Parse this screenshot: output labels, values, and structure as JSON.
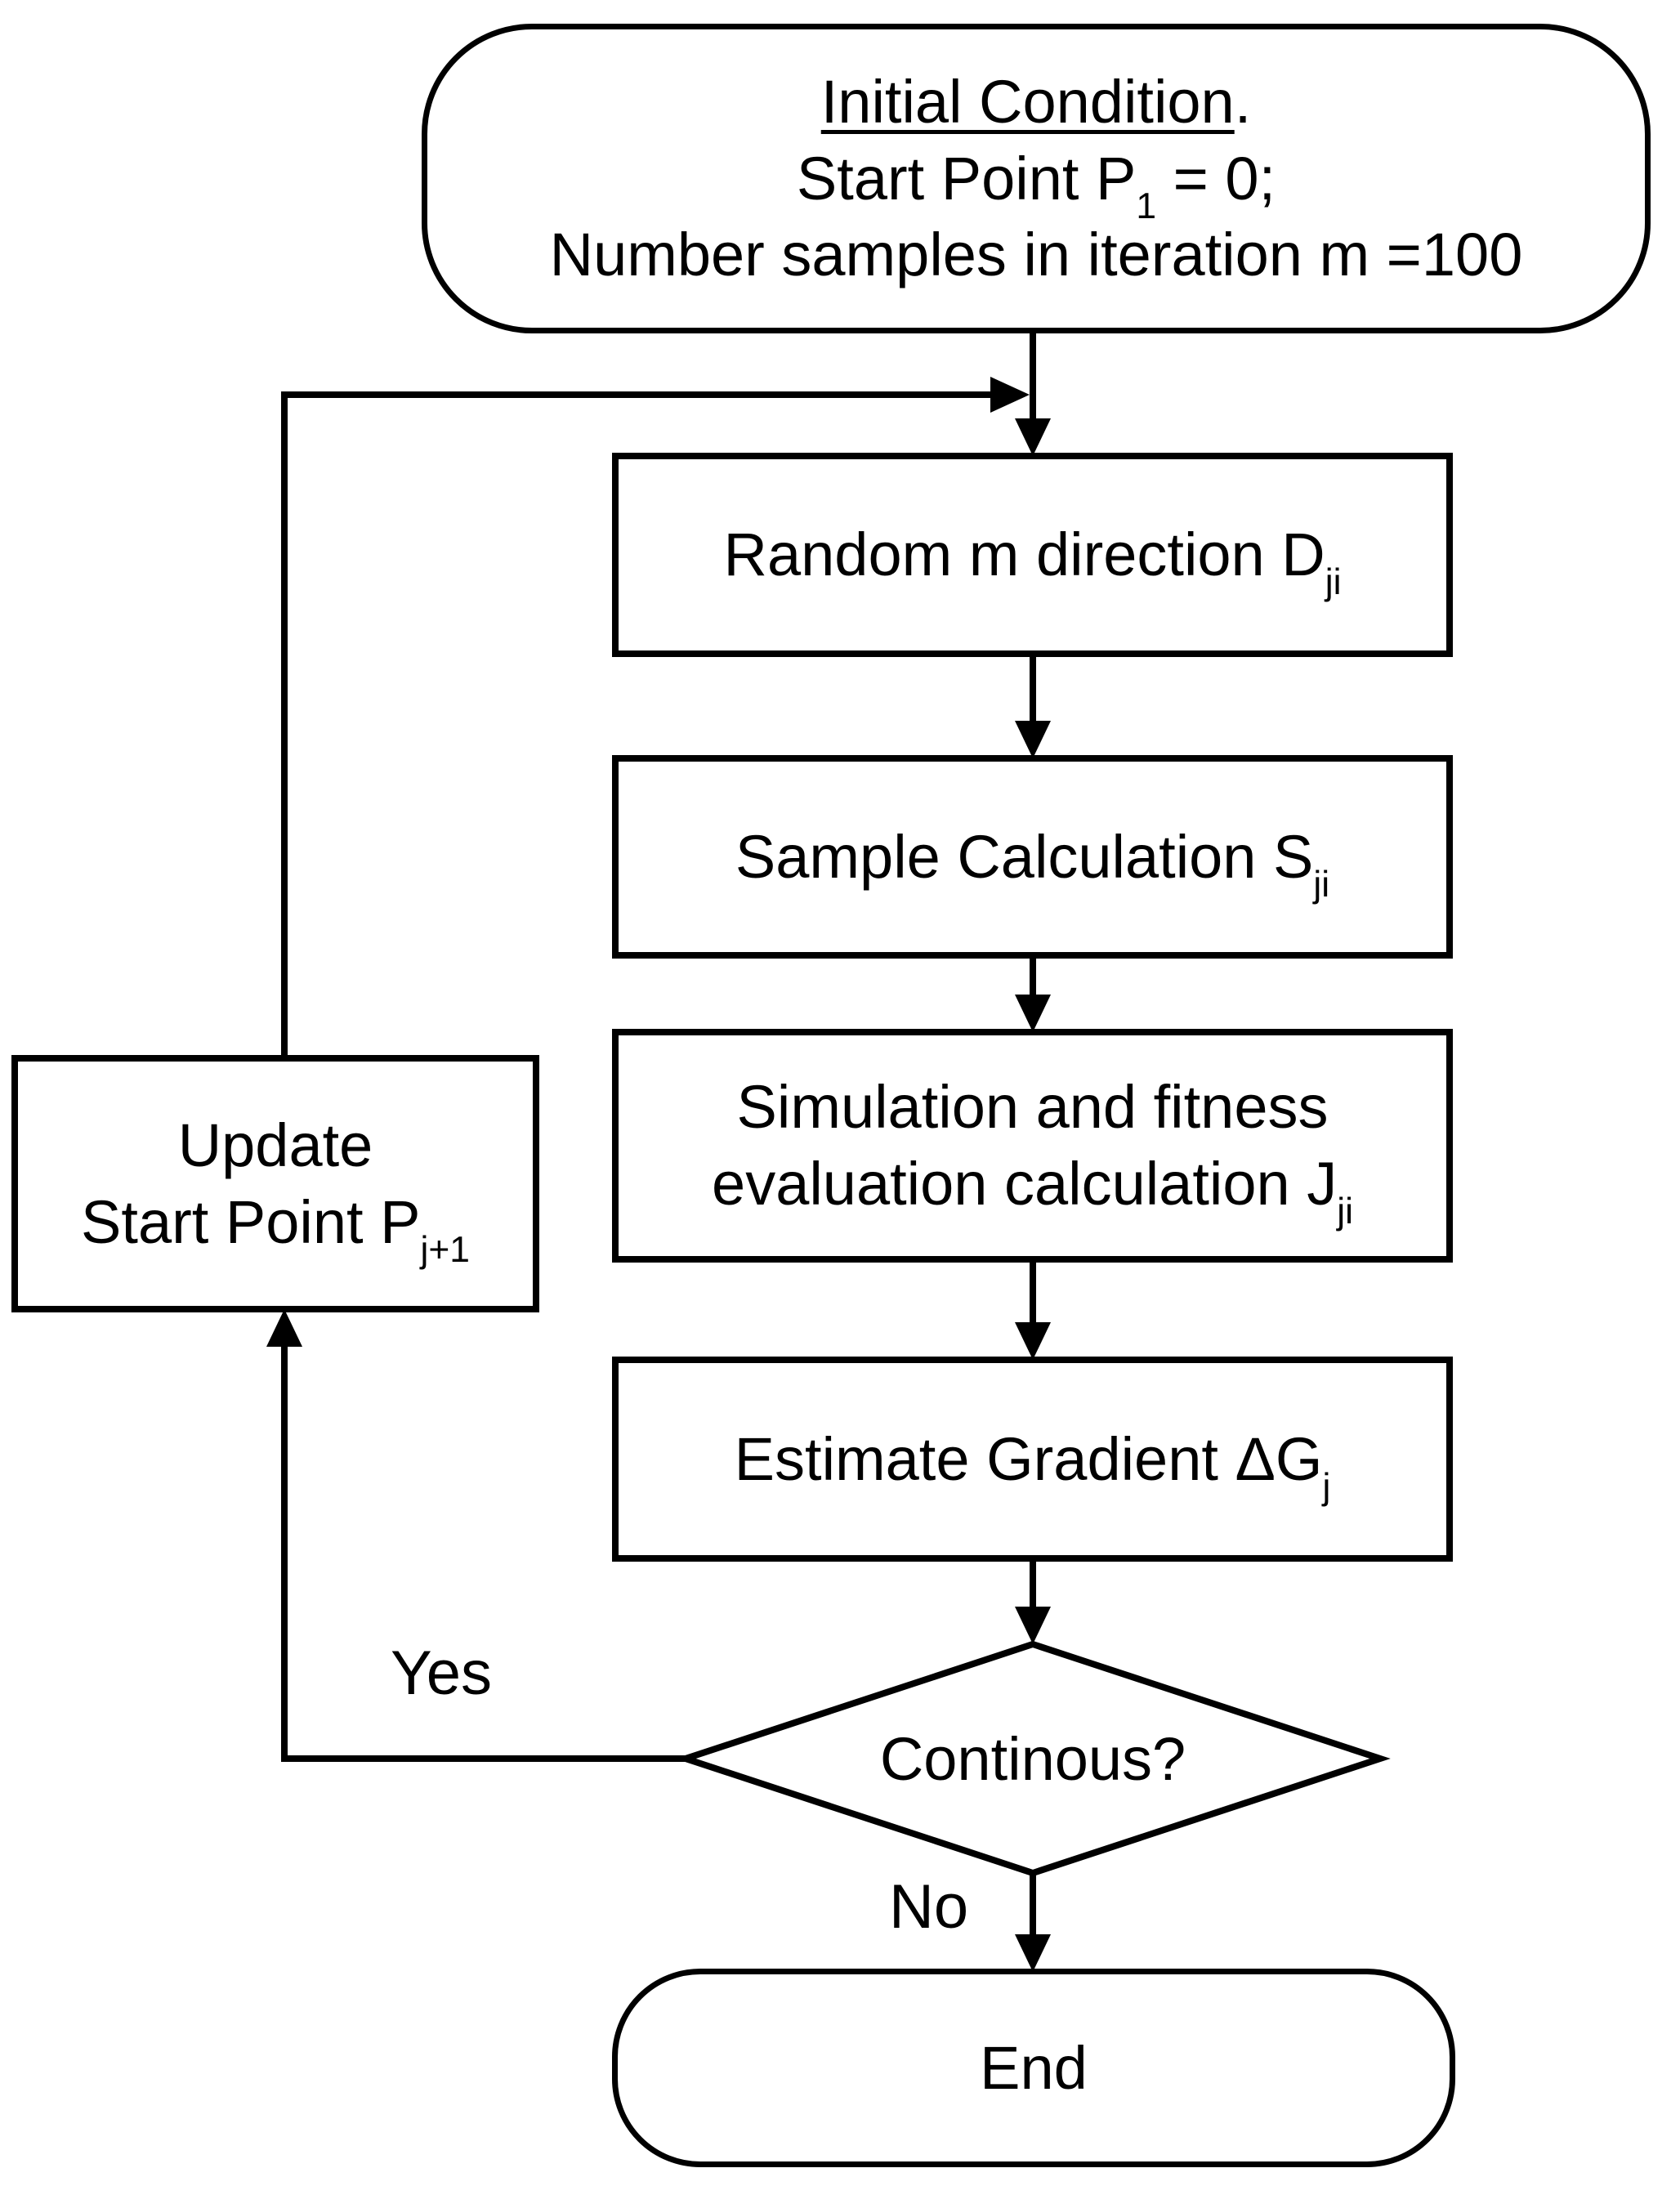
{
  "diagram": {
    "background": "#ffffff",
    "stroke_color": "#000000",
    "start": {
      "title": "Initial Condition",
      "title_period": ".",
      "line2_pre": "Start Point P",
      "line2_sub": "1",
      "line2_post": " = 0;",
      "line3": "Number samples in iteration m =100"
    },
    "random_direction": {
      "text": "Random m direction D",
      "sub": "ji"
    },
    "sample_calculation": {
      "text": "Sample Calculation S",
      "sub": "ji"
    },
    "simulation_fitness": {
      "line1": "Simulation and fitness",
      "line2_pre": "evaluation calculation J",
      "line2_sub": "ji"
    },
    "estimate_gradient": {
      "text": "Estimate Gradient ΔG",
      "sub": "j"
    },
    "decision": {
      "question": "Continous?",
      "yes_label": "Yes",
      "no_label": "No"
    },
    "update": {
      "line1": "Update",
      "line2_pre": "Start Point P",
      "line2_sub": "j+1"
    },
    "end": {
      "text": "End"
    }
  }
}
